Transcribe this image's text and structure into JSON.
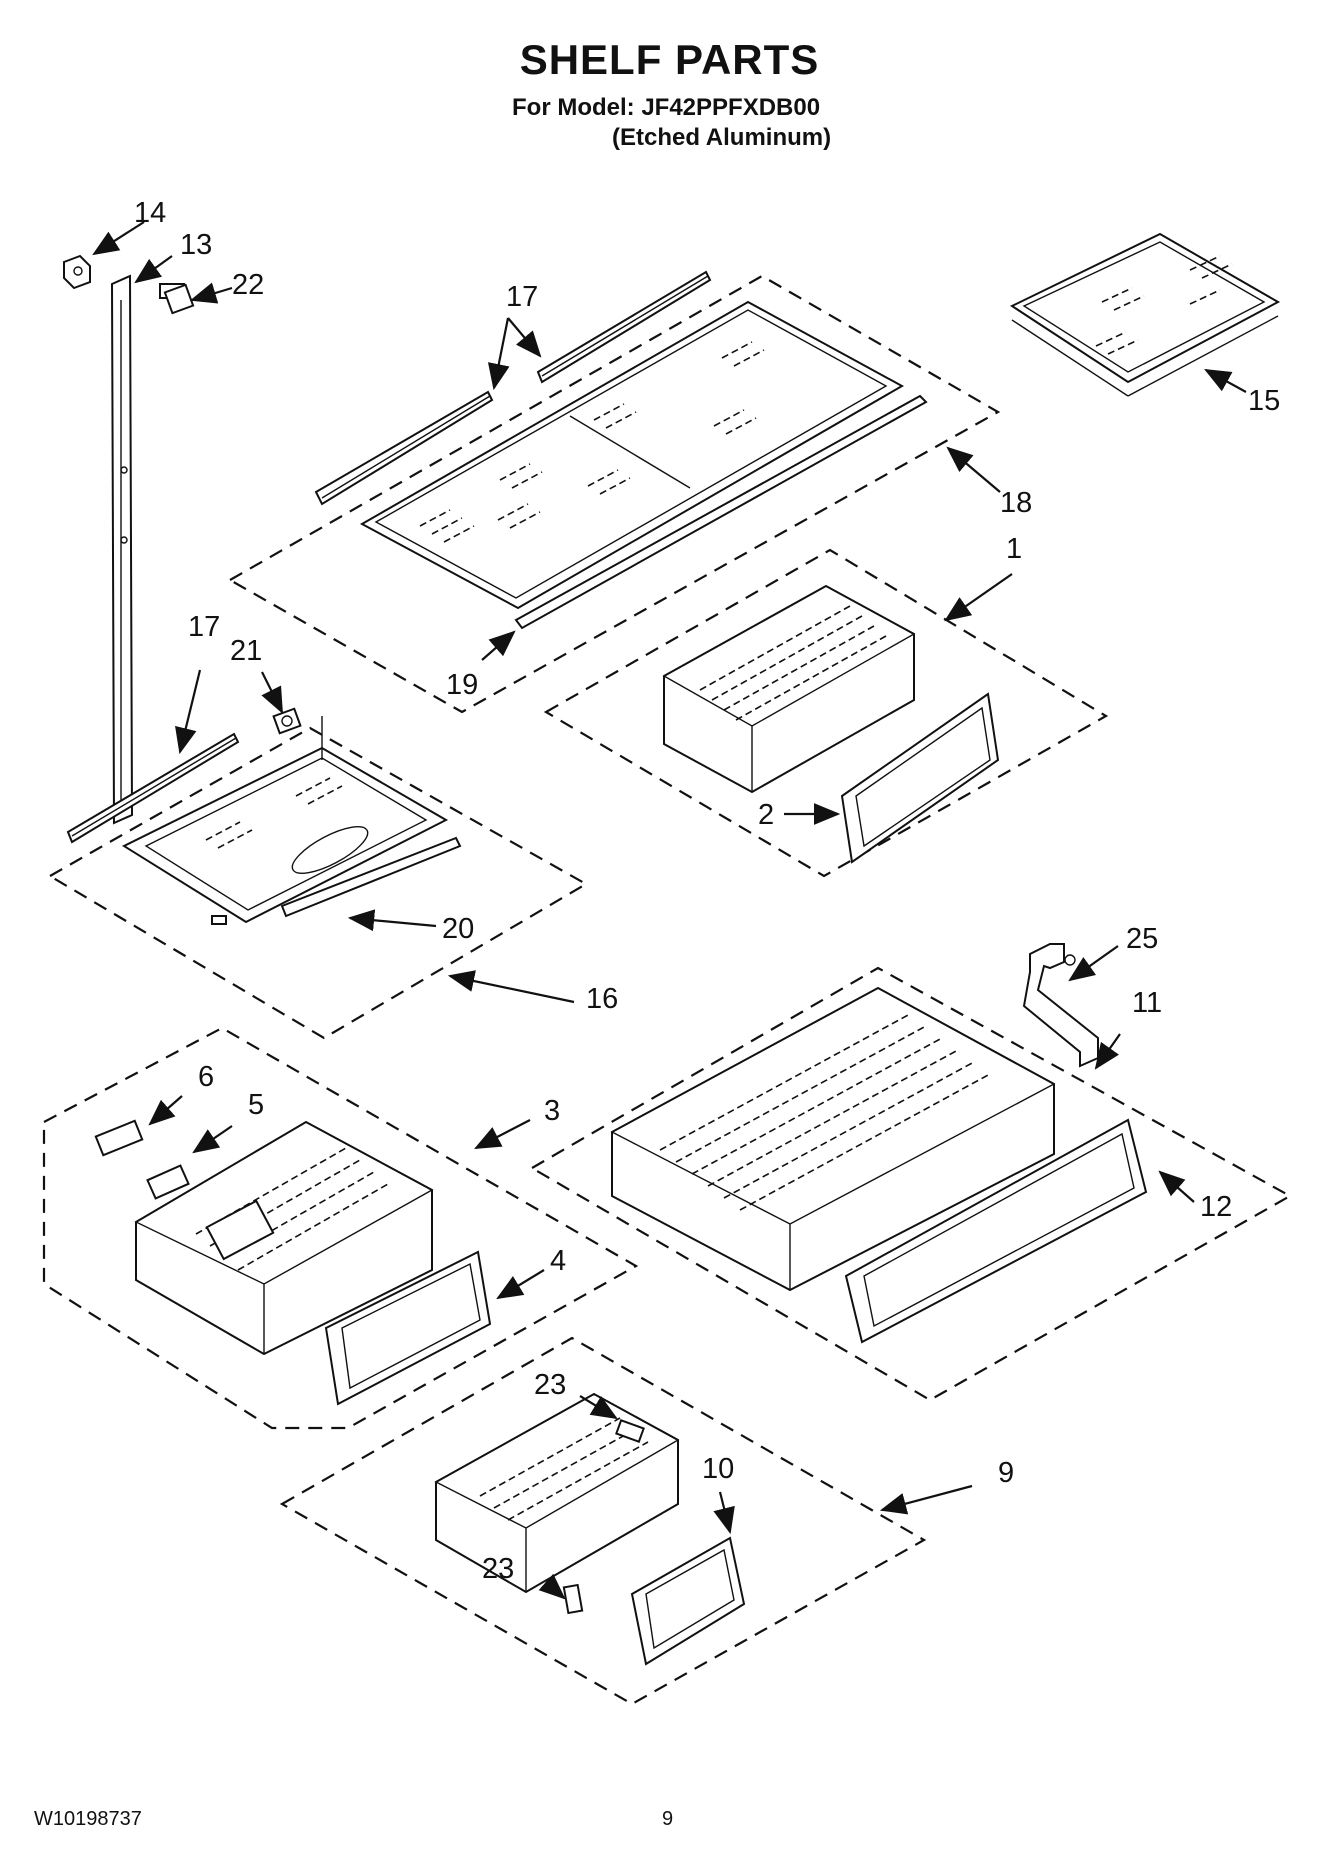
{
  "header": {
    "title": "SHELF PARTS",
    "model_line": "For Model: JF42PPFXDB00",
    "variant_line": "(Etched Aluminum)"
  },
  "footer": {
    "doc_code": "W10198737",
    "page_number": "9"
  },
  "callouts": {
    "c1": "1",
    "c2": "2",
    "c3": "3",
    "c4": "4",
    "c5": "5",
    "c6": "6",
    "c9": "9",
    "c10": "10",
    "c11": "11",
    "c12": "12",
    "c13": "13",
    "c14": "14",
    "c15": "15",
    "c16": "16",
    "c17a": "17",
    "c17b": "17",
    "c18": "18",
    "c19": "19",
    "c20": "20",
    "c21": "21",
    "c22": "22",
    "c23a": "23",
    "c23b": "23",
    "c25": "25"
  }
}
